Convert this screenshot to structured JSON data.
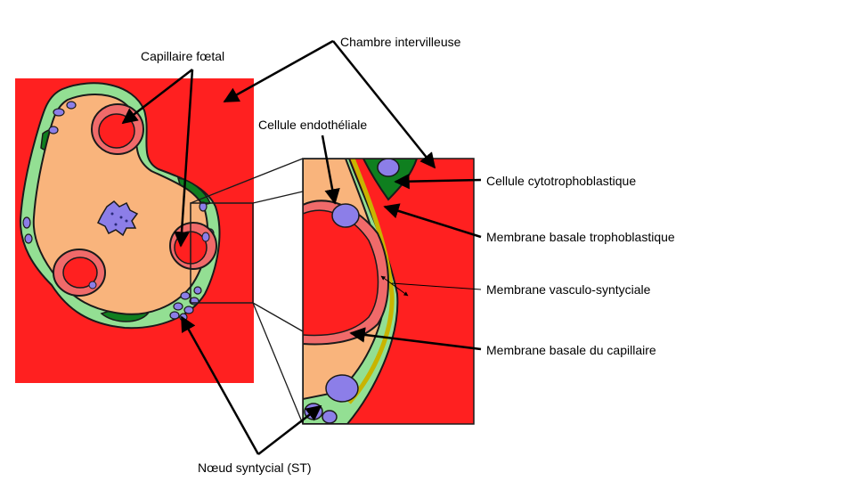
{
  "labels": {
    "capillaire_foetal": "Capillaire fœtal",
    "chambre_intervilleuse": "Chambre intervilleuse",
    "cellule_endotheliale": "Cellule endothéliale",
    "cellule_cytotrophoblastique": "Cellule cytotrophoblastique",
    "membrane_basale_trophoblastique": "Membrane basale trophoblastique",
    "membrane_vasculo_syntyciale": "Membrane vasculo-syntyciale",
    "membrane_basale_capillaire": "Membrane basale du capillaire",
    "noeud_syntycial": "Nœud syntycial (ST)"
  },
  "colors": {
    "intervillous_red": "#ff2020",
    "stroma_peach": "#f9b47c",
    "syncytio_green": "#93df93",
    "cytotropho_darkgreen": "#0f7f1f",
    "nucleus_purple": "#8c7ee8",
    "capillary_lining": "#f06a6a",
    "basal_membrane_yellow": "#c8b400"
  }
}
